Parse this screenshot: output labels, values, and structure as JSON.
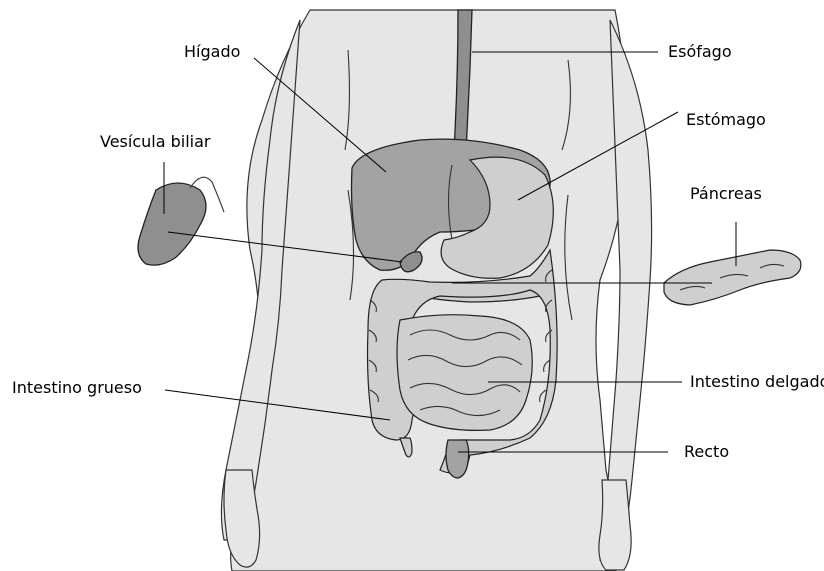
{
  "labels": {
    "higado": "Hígado",
    "esofago": "Esófago",
    "estomago": "Estómago",
    "vesicula": "Vesícula biliar",
    "pancreas": "Páncreas",
    "intestino_grueso": "Intestino grueso",
    "intestino_delgado": "Intestino delgado",
    "recto": "Recto"
  },
  "colors": {
    "body": "#e6e6e6",
    "organ_dark": "#8f8f8f",
    "organ_mid": "#a3a3a3",
    "organ_light": "#cfcfcf",
    "outline": "#222222"
  }
}
